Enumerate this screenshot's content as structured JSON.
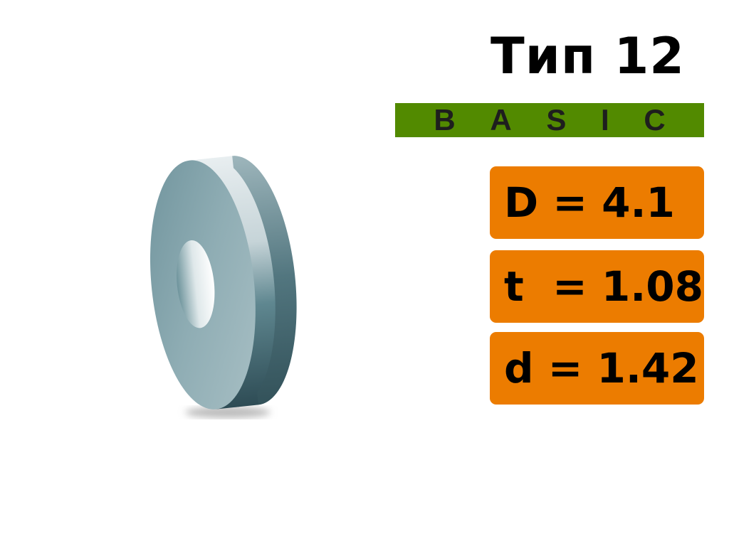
{
  "title": "Тип 12",
  "banner": {
    "letters": [
      "B",
      "A",
      "S",
      "I",
      "C"
    ],
    "color": "#528a00"
  },
  "params": [
    {
      "label": "D = 4.1"
    },
    {
      "label": "t  = 1.08"
    },
    {
      "label": "d = 1.42"
    }
  ],
  "param_color": "#ec7c00",
  "image": {
    "icon": "washer-icon"
  }
}
